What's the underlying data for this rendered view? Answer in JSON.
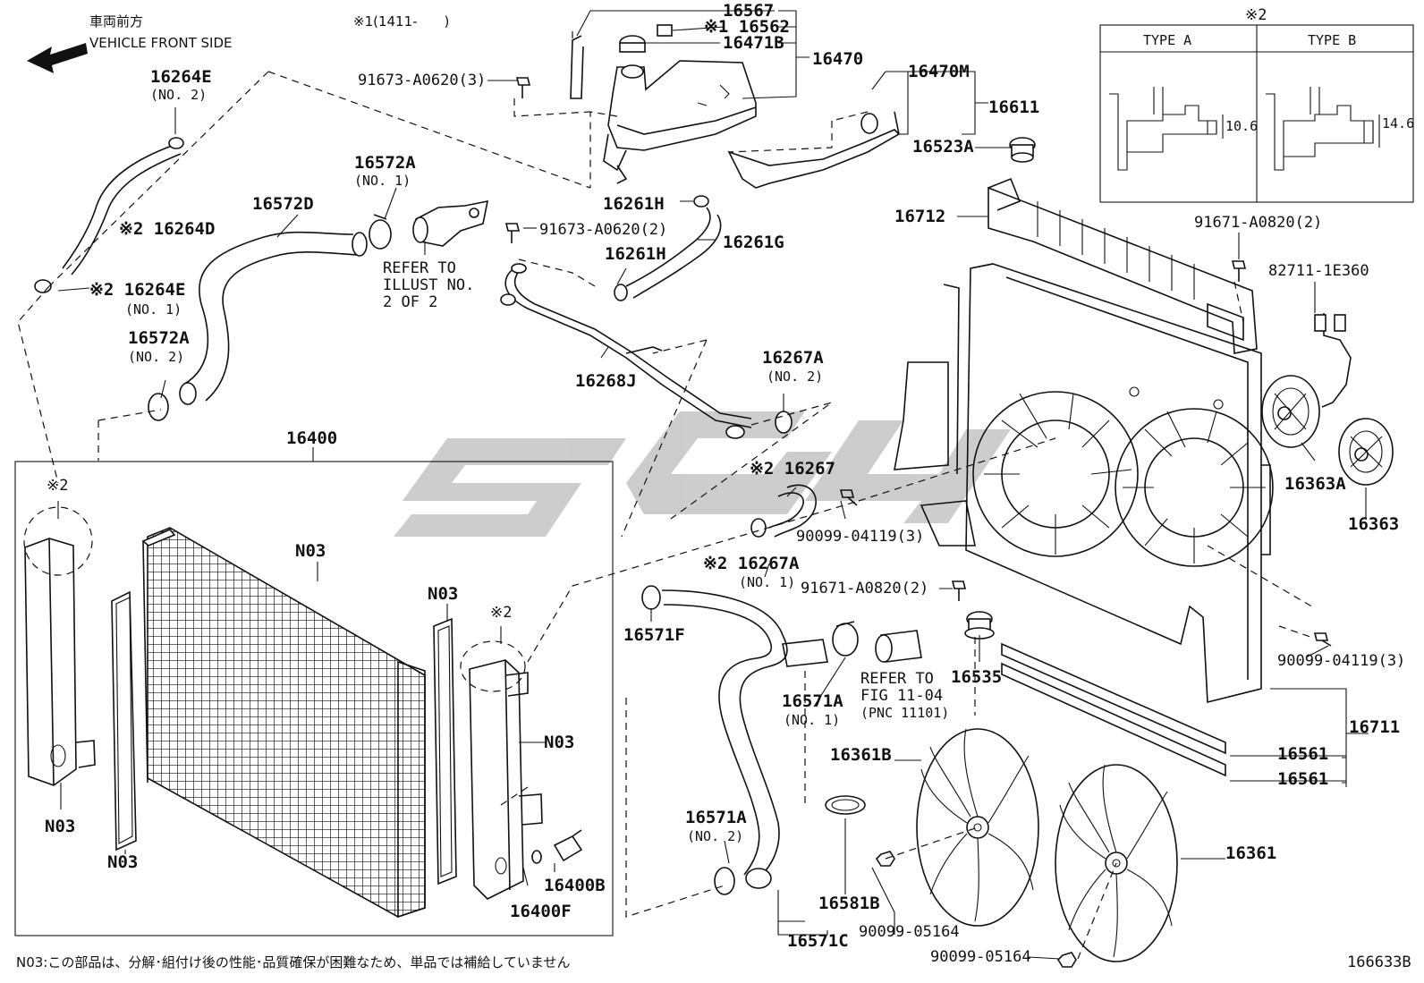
{
  "header": {
    "direction_jp": "車両前方",
    "direction_en": "VEHICLE FRONT SIDE",
    "note1": "※1(1411-　　)"
  },
  "type_table": {
    "mark": "※2",
    "type_a": "TYPE A",
    "type_b": "TYPE B",
    "dim_a": "10.6",
    "dim_b": "14.6"
  },
  "labels": {
    "p16567": "16567",
    "p16562": "※1 16562",
    "p16471B": "16471B",
    "p16470": "16470",
    "p91673a": "91673-A0620(3)",
    "p16470M": "16470M",
    "p16611": "16611",
    "p16523A": "16523A",
    "p16264E_top": "16264E",
    "p16264E_top_sub": "(NO. 2)",
    "p16264D": "※2 16264D",
    "p16264E_bot": "※2 16264E",
    "p16264E_bot_sub": "(NO. 1)",
    "p16572A_top": "16572A",
    "p16572A_top_sub": "(NO. 1)",
    "p16572D": "16572D",
    "refer1": "REFER TO",
    "refer2": "ILLUST NO.",
    "refer3": "2 OF 2",
    "p91673b": "91673-A0620(2)",
    "p16261H_a": "16261H",
    "p16261H_b": "16261H",
    "p16261G": "16261G",
    "p16712": "16712",
    "p91671a": "91671-A0820(2)",
    "p82711": "82711-1E360",
    "p16572A_bot": "16572A",
    "p16572A_bot_sub": "(NO. 2)",
    "p16268J": "16268J",
    "p16267A_top": "16267A",
    "p16267A_top_sub": "(NO. 2)",
    "p16400": "16400",
    "mark_left": "※2",
    "p16267": "※2 16267",
    "p90099a": "90099-04119(3)",
    "p16363A": "16363A",
    "p16363": "16363",
    "n03_core": "N03",
    "n03_gasket_r": "N03",
    "mark_right": "※2",
    "p16267A_bot": "※2 16267A",
    "p16267A_bot_sub": "(NO. 1)",
    "p91671b": "91671-A0820(2)",
    "p16571F": "16571F",
    "refer_fig1": "REFER TO",
    "refer_fig2": "FIG 11-04",
    "refer_fig3": "(PNC 11101)",
    "p16535": "16535",
    "p90099b": "90099-04119(3)",
    "p16571A_top": "16571A",
    "p16571A_top_sub": "(NO. 1)",
    "p16711": "16711",
    "n03_tank_r": "N03",
    "p16561_a": "16561",
    "p16561_b": "16561",
    "p16361B": "16361B",
    "n03_tank_l": "N03",
    "n03_gasket_l": "N03",
    "p16571A_bot": "16571A",
    "p16571A_bot_sub": "(NO. 2)",
    "p16361": "16361",
    "p16400B": "16400B",
    "p16400F": "16400F",
    "p16581B": "16581B",
    "p90099c": "90099-05164",
    "p16571C": "16571C",
    "p90099d": "90099-05164"
  },
  "footer": {
    "note_jp": "N03:この部品は、分解･組付け後の性能･品質確保が困難なため、単品では補給していません",
    "drawing_no": "166633B"
  },
  "colors": {
    "line": "#111111",
    "watermark": "#bdbdbd"
  }
}
